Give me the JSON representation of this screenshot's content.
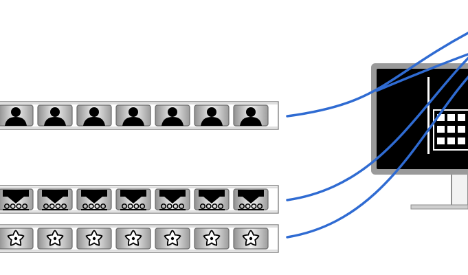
{
  "diagram": {
    "strips": [
      {
        "kind": "person",
        "icon": "person-silhouette-icon",
        "frames": 7
      },
      {
        "kind": "audience",
        "icon": "audience-stage-icon",
        "frames": 7
      },
      {
        "kind": "flower",
        "icon": "flower-icon",
        "frames": 7
      }
    ],
    "connector_color": "#2f6bd2",
    "monitor": {
      "screen_color": "#000000",
      "bezel_color": "#9a9a9a",
      "ui_elements_color": "#ffffff",
      "keyboard_like_grid": {
        "rows": 3,
        "cols": 4
      }
    }
  }
}
